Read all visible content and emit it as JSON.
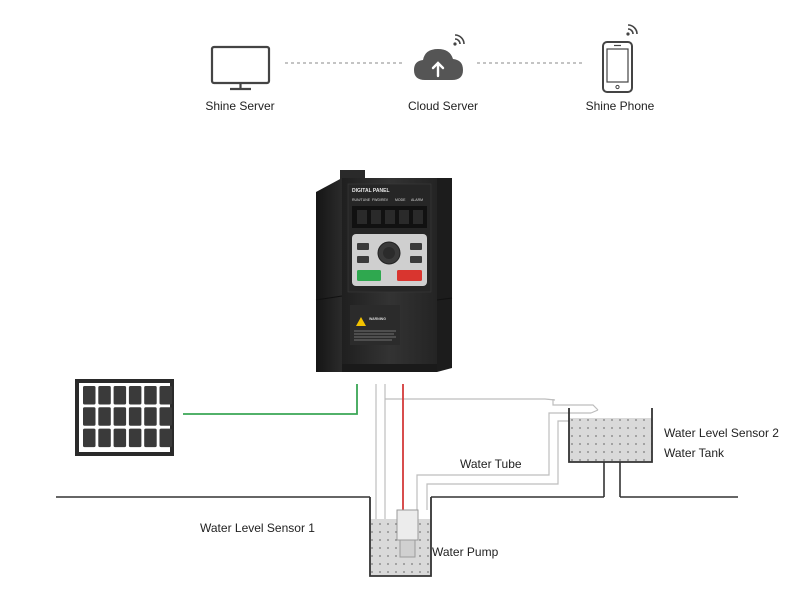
{
  "network": {
    "server_label": "Shine Server",
    "cloud_label": "Cloud Server",
    "phone_label": "Shine Phone"
  },
  "device": {
    "panel_title": "DIGITAL PANEL",
    "status_labels": [
      "RUN/TUNE",
      "FWD/REV",
      "MODE",
      "ALARM"
    ],
    "warning_label": "WARNING"
  },
  "system": {
    "water_tube": "Water Tube",
    "sensor1": "Water Level Sensor 1",
    "sensor2": "Water Level Sensor 2",
    "water_tank": "Water Tank",
    "water_pump": "Water Pump"
  },
  "colors": {
    "solar_wire": "#3aa655",
    "pump_wire": "#d33a3a",
    "pipe": "#bdbdbd",
    "water": "#d9d9d9",
    "ground": "#333333",
    "inverter_body": "#2a2a2a",
    "start_button": "#2fa84f",
    "stop_button": "#d9352f"
  }
}
